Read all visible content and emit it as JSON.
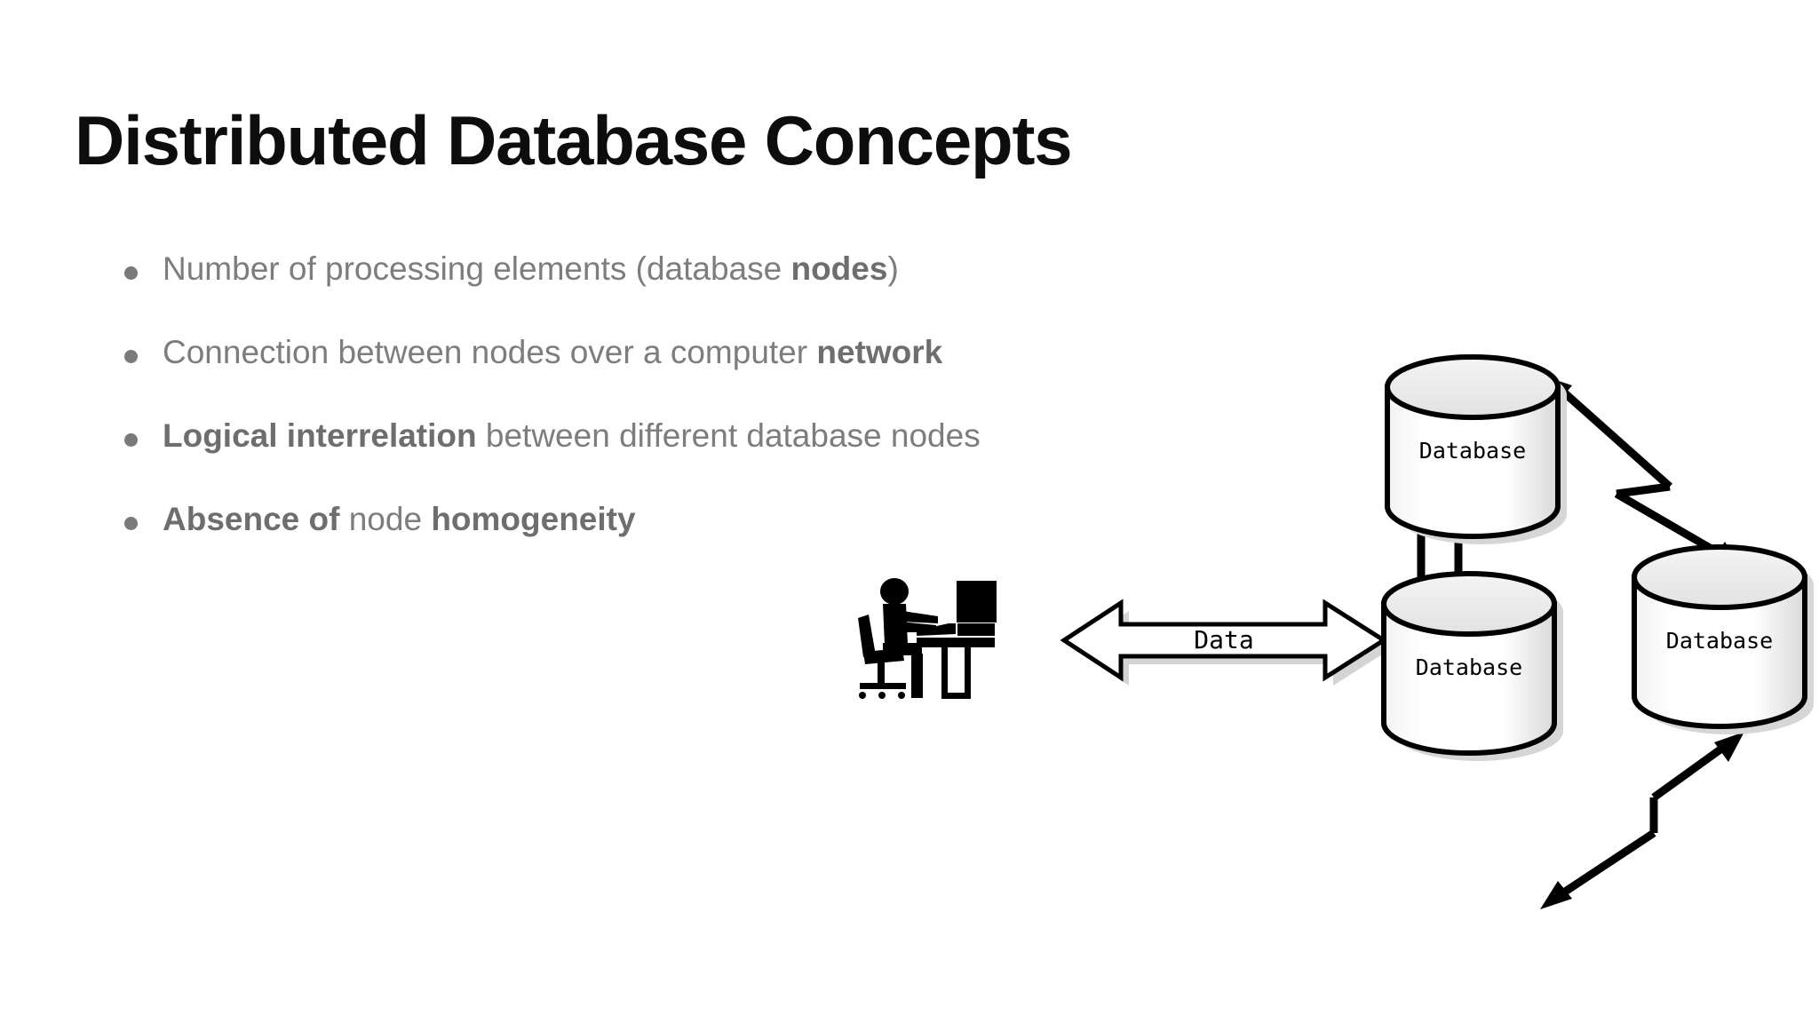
{
  "slide": {
    "title": "Distributed Database Concepts",
    "background_color": "#ffffff",
    "title_color": "#0d0d0d",
    "body_text_color": "#7d7d7d"
  },
  "bullets": [
    {
      "marker": "bullet-dot",
      "segments": [
        {
          "text": "Number of processing elements (database ",
          "bold": false
        },
        {
          "text": "nodes",
          "bold": true
        },
        {
          "text": ")",
          "bold": false
        }
      ],
      "plain": "Number of processing elements (database nodes)"
    },
    {
      "marker": "bullet-dot",
      "segments": [
        {
          "text": "Connection between nodes over a computer ",
          "bold": false
        },
        {
          "text": "network",
          "bold": true
        }
      ],
      "plain": "Connection between nodes over a computer network"
    },
    {
      "marker": "bullet-dot",
      "segments": [
        {
          "text": "Logical interrelation",
          "bold": true
        },
        {
          "text": " between different database nodes",
          "bold": false
        }
      ],
      "plain": "Logical interrelation between different database nodes"
    },
    {
      "marker": "bullet-dot",
      "segments": [
        {
          "text": "Absence of",
          "bold": true
        },
        {
          "text": " node ",
          "bold": false
        },
        {
          "text": "homogeneity",
          "bold": true
        }
      ],
      "plain": "Absence of node homogeneity"
    }
  ],
  "diagram": {
    "type": "distributed-database-network",
    "client": {
      "icon": "person-at-computer-icon",
      "description": "person seated in office chair at desk with monitor"
    },
    "data_link": {
      "label": "Data",
      "style": "white double-headed block arrow with black outline and drop shadow"
    },
    "nodes": [
      {
        "id": "db-top",
        "label": "Database",
        "shape": "cylinder"
      },
      {
        "id": "db-right",
        "label": "Database",
        "shape": "cylinder"
      },
      {
        "id": "db-bottom",
        "label": "Database",
        "shape": "cylinder"
      }
    ],
    "links": [
      {
        "from": "db-top",
        "to": "db-right",
        "style": "zigzag-double-arrow"
      },
      {
        "from": "db-top",
        "to": "db-bottom",
        "style": "zigzag-double-arrow"
      },
      {
        "from": "db-bottom",
        "to": "db-right",
        "style": "zigzag-double-arrow"
      }
    ],
    "colors": {
      "outline": "#000000",
      "cylinder_fill_light": "#ffffff",
      "cylinder_fill_shade": "#e9e9e9",
      "shadow": "#d0d0d0"
    }
  }
}
